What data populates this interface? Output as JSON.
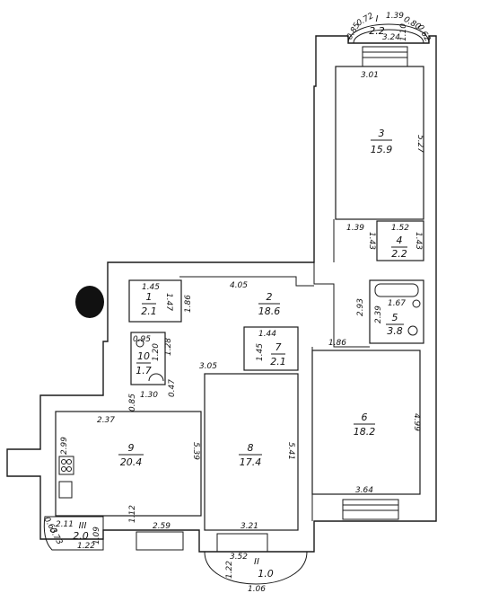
{
  "plan": {
    "rooms": [
      {
        "id": "1",
        "number": "1",
        "area": "2.1"
      },
      {
        "id": "2",
        "number": "2",
        "area": "18.6"
      },
      {
        "id": "3",
        "number": "3",
        "area": "15.9"
      },
      {
        "id": "4",
        "number": "4",
        "area": "2.2"
      },
      {
        "id": "5",
        "number": "5",
        "area": "3.8"
      },
      {
        "id": "6",
        "number": "6",
        "area": "18.2"
      },
      {
        "id": "7",
        "number": "7",
        "area": "2.1"
      },
      {
        "id": "8",
        "number": "8",
        "area": "17.4"
      },
      {
        "id": "9",
        "number": "9",
        "area": "20.4"
      },
      {
        "id": "10",
        "number": "10",
        "area": "1.7"
      }
    ],
    "balconies": [
      {
        "id": "I",
        "numeral": "I",
        "area": "2.2"
      },
      {
        "id": "II",
        "numeral": "II",
        "area": "1.0"
      },
      {
        "id": "III",
        "numeral": "III",
        "area": "2.0"
      }
    ],
    "dimensions": {
      "d_3_01": "3.01",
      "d_5_27": "5.27",
      "d_1_39_mid": "1.39",
      "d_1_52": "1.52",
      "d_1_43_a": "1.43",
      "d_1_43_b": "1.43",
      "d_1_67": "1.67",
      "d_2_39": "2.39",
      "d_2_93": "2.93",
      "d_1_86_top": "1.86",
      "d_4_05": "4.05",
      "d_1_45_top": "1.45",
      "d_1_47": "1.47",
      "d_1_44": "1.44",
      "d_1_45_side": "1.45",
      "d_0_95": "0.95",
      "d_1_20": "1.20",
      "d_1_28": "1.28",
      "d_3_05": "3.05",
      "d_0_47": "0.47",
      "d_1_30": "1.30",
      "d_0_85": "0.85",
      "d_1_86_mid": "1.86",
      "d_4_99": "4.99",
      "d_3_64": "3.64",
      "d_2_37": "2.37",
      "d_2_99": "2.99",
      "d_5_39": "5.39",
      "d_5_41": "5.41",
      "d_1_12": "1.12",
      "d_2_59": "2.59",
      "d_3_21": "3.21",
      "d_3_52": "3.52",
      "d_1_22": "1.22",
      "d_1_06": "1.06",
      "d_2_11": "2.11",
      "d_1_22_b": "1.22",
      "d_1_09": "1.09",
      "d_0_73": "0.73",
      "d_0_63": "0.63",
      "d_3_24": "3.24",
      "d_0_85b": "0.85",
      "d_0_72": "0.72",
      "d_1_39_top": "1.39",
      "d_0_80": "0.80",
      "d_0_62": "0.62",
      "d_1_10": "1.10"
    }
  }
}
